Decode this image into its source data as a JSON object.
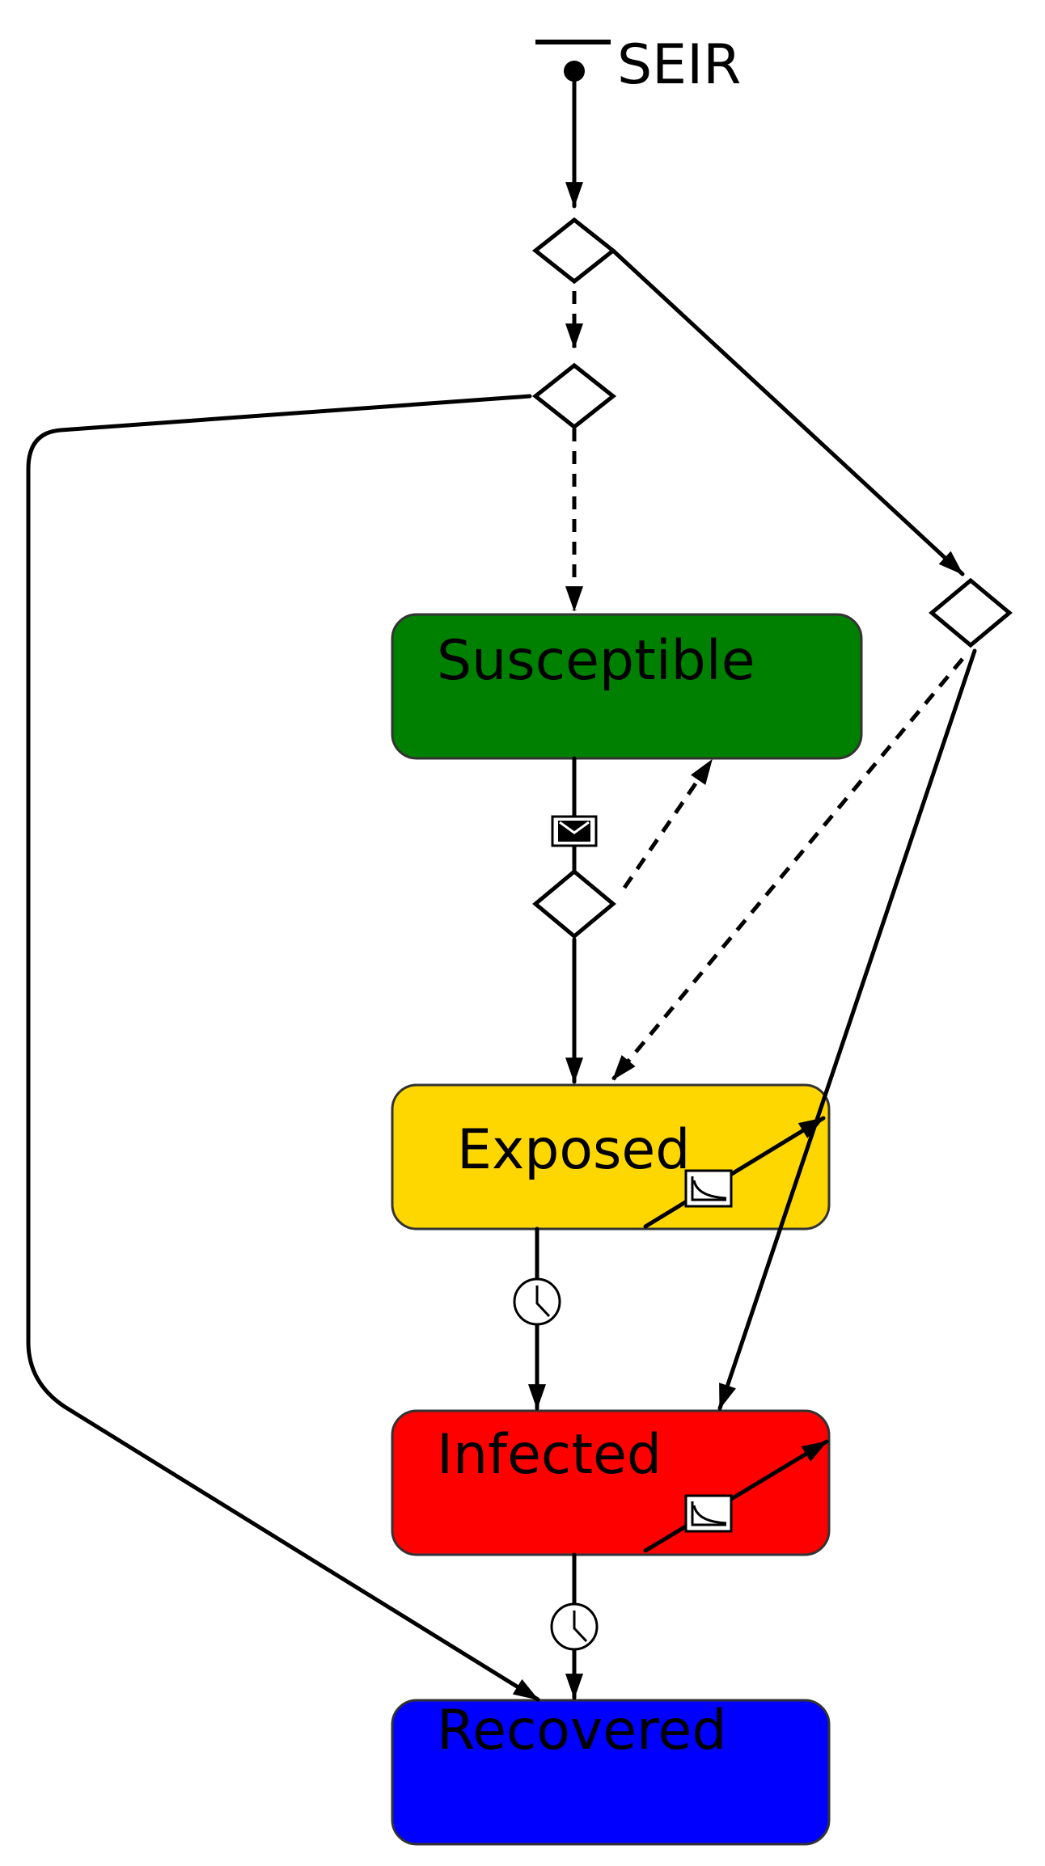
{
  "diagram": {
    "title": "SEIR",
    "states": {
      "susceptible": {
        "label": "Susceptible",
        "color": "#008000"
      },
      "exposed": {
        "label": "Exposed",
        "color": "#FFD700"
      },
      "infected": {
        "label": "Infected",
        "color": "#FF0000"
      },
      "recovered": {
        "label": "Recovered",
        "color": "#0000FF"
      }
    },
    "icons": [
      "message-envelope-icon",
      "timeout-clock-icon",
      "rate-decay-icon"
    ]
  }
}
